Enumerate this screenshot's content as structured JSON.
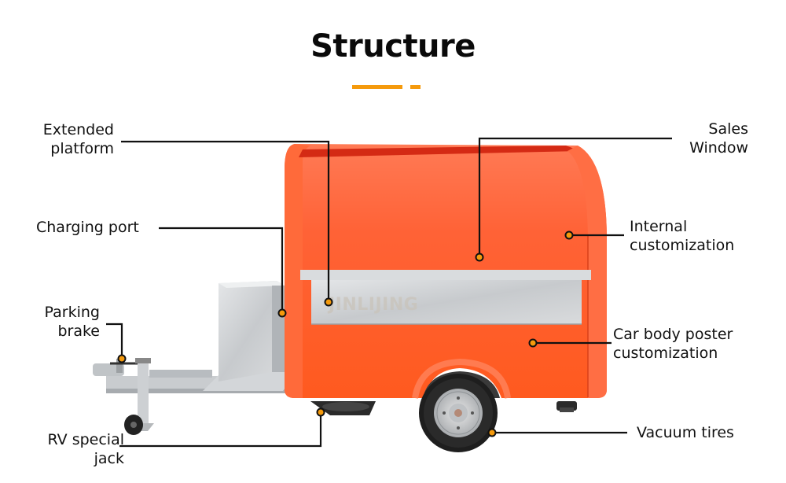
{
  "header": {
    "title": "Structure",
    "accent_color": "#F59A0C"
  },
  "watermark": "JINLIJING",
  "colors": {
    "body_orange": "#FF5A22",
    "body_orange_dark": "#E0431A",
    "steel": "#C9CCCF",
    "callout_line": "#111111",
    "callout_dot": "#F59A0C"
  },
  "callouts": {
    "extended_platform": {
      "line1": "Extended",
      "line2": "platform"
    },
    "charging_port": {
      "line1": "Charging port"
    },
    "parking_brake": {
      "line1": "Parking",
      "line2": "brake"
    },
    "rv_special_jack": {
      "line1": "RV special",
      "line2": "jack"
    },
    "sales_window": {
      "line1": "Sales",
      "line2": "Window"
    },
    "internal_customization": {
      "line1": "Internal",
      "line2": "customization"
    },
    "car_body_poster": {
      "line1": "Car body poster",
      "line2": "customization"
    },
    "vacuum_tires": {
      "line1": "Vacuum tires"
    }
  }
}
